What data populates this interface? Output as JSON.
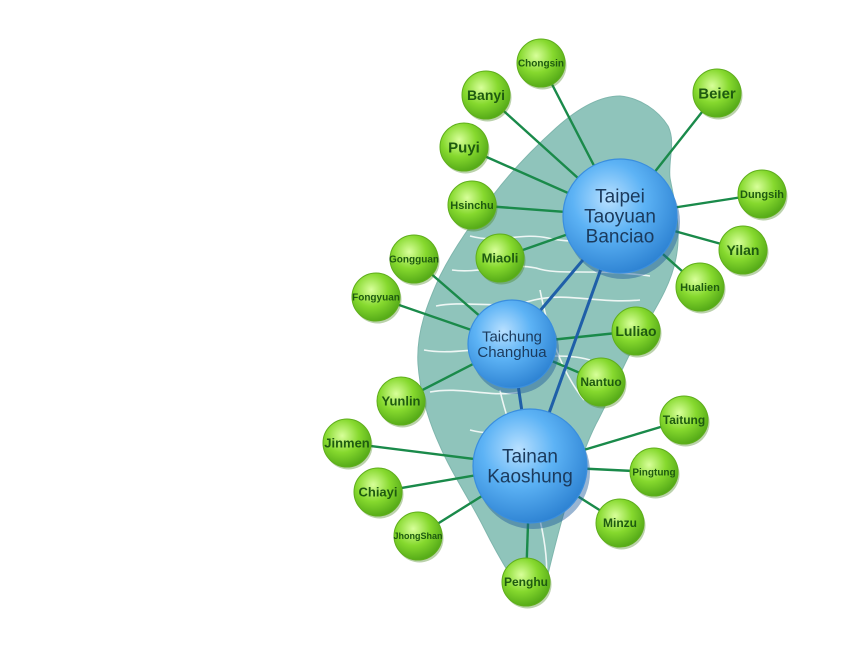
{
  "colors": {
    "map_fill": "#8fc4bb",
    "map_border": "#ffffff",
    "connector": "#1a8a4a",
    "hub_connector": "#1f5fa8",
    "hub_fill": "#4aa3f0",
    "hub_text": "#1b3a5c",
    "leaf_fill": "#7ed321",
    "leaf_text": "#1e5a10"
  },
  "hubs": [
    {
      "id": "north",
      "lines": [
        "Taipei",
        "Taoyuan",
        "Banciao"
      ]
    },
    {
      "id": "central",
      "lines": [
        "Taichung",
        "Changhua"
      ]
    },
    {
      "id": "south",
      "lines": [
        "Tainan",
        "Kaoshung"
      ]
    }
  ],
  "hub_links": [
    [
      "north",
      "central"
    ],
    [
      "north",
      "south"
    ],
    [
      "central",
      "south"
    ]
  ],
  "leaves": [
    {
      "label": "Chongsin",
      "hub": "north"
    },
    {
      "label": "Banyi",
      "hub": "north"
    },
    {
      "label": "Beier",
      "hub": "north"
    },
    {
      "label": "Puyi",
      "hub": "north"
    },
    {
      "label": "Hsinchu",
      "hub": "north"
    },
    {
      "label": "Miaoli",
      "hub": "north"
    },
    {
      "label": "Dungsih",
      "hub": "north"
    },
    {
      "label": "Yilan",
      "hub": "north"
    },
    {
      "label": "Hualien",
      "hub": "north"
    },
    {
      "label": "Gongguan",
      "hub": "central"
    },
    {
      "label": "Fongyuan",
      "hub": "central"
    },
    {
      "label": "Luliao",
      "hub": "central"
    },
    {
      "label": "Nantuo",
      "hub": "central"
    },
    {
      "label": "Yunlin",
      "hub": "central"
    },
    {
      "label": "Jinmen",
      "hub": "south"
    },
    {
      "label": "Taitung",
      "hub": "south"
    },
    {
      "label": "Chiayi",
      "hub": "south"
    },
    {
      "label": "Pingtung",
      "hub": "south"
    },
    {
      "label": "JhongShan",
      "hub": "south"
    },
    {
      "label": "Minzu",
      "hub": "south"
    },
    {
      "label": "Penghu",
      "hub": "south"
    }
  ]
}
